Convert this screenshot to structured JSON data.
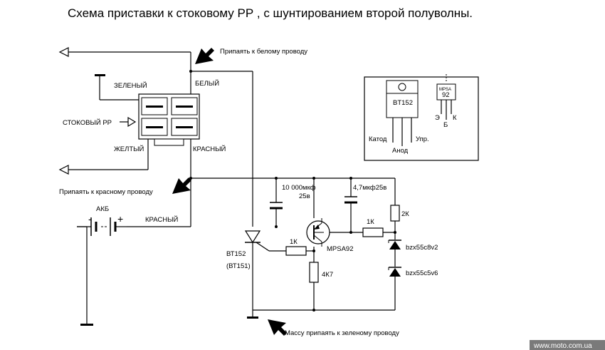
{
  "title": "Схема  приставки к стоковому РР , с шунтированием второй полуволны.",
  "labels": {
    "solder_white": "Припаять к белому проводу",
    "solder_red": "Припаять к красному проводу",
    "ground_green": "Массу припаять к зеленому проводу",
    "green": "ЗЕЛЕНЫЙ",
    "white": "БЕЛЫЙ",
    "stock_rr": "СТОКОВЫЙ РР",
    "yellow": "ЖЕЛТЫЙ",
    "red": "КРАСНЫЙ",
    "battery": "АКБ",
    "battery_red": "КРАСНЫЙ",
    "minus": "-",
    "plus": "+",
    "cap1_value": "10 000мкф",
    "cap1_voltage": "25в",
    "cap2_value": "4,7мкф25в",
    "r_base": "1К",
    "r_out": "1К",
    "r_top": "2К",
    "r_bottom": "4К7",
    "thyristor": "ВТ152",
    "thyristor_alt": "(ВТ151)",
    "transistor": "MPSA92",
    "zener1": "bzx55c8v2",
    "zener2": "bzx55c5v6"
  },
  "pinout": {
    "bt152_name": "BT152",
    "cathode": "Катод",
    "anode": "Анод",
    "gate": "Упр.",
    "mpsa_top": "MPSA",
    "mpsa_bottom": "92",
    "emitter": "Э",
    "base": "Б",
    "collector": "К"
  },
  "watermark": "www.moto.com.ua",
  "colors": {
    "line": "#000000",
    "background": "#ffffff",
    "watermark_bg": "#7a7a7a"
  }
}
